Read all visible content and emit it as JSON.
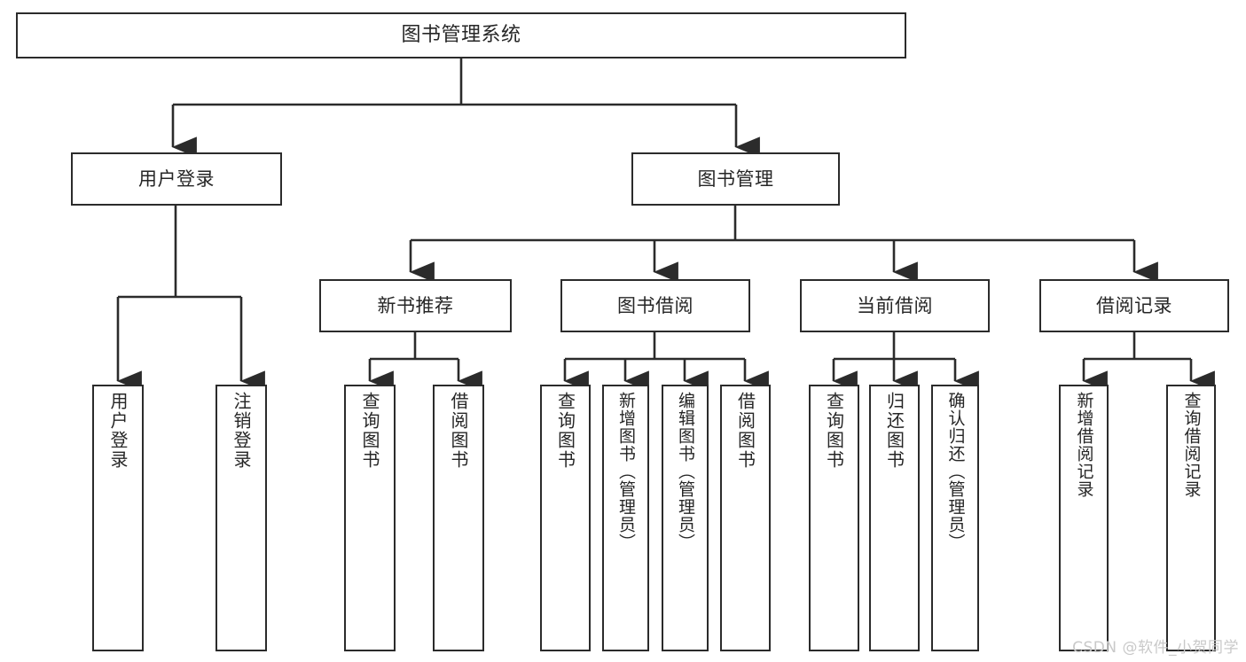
{
  "diagram": {
    "title": "图书管理系统",
    "type": "hierarchy-tree",
    "watermark": "CSDN @软件_小贺同学",
    "colors": {
      "box_border": "#2b2b2b",
      "box_fill": "#ffffff",
      "connector": "#2b2b2b",
      "text": "#262626",
      "watermark": "#c9c9c9",
      "background": "#ffffff"
    },
    "root": {
      "label": "图书管理系统"
    },
    "level1": [
      {
        "label": "用户登录"
      },
      {
        "label": "图书管理"
      }
    ],
    "level2": [
      {
        "label": "新书推荐"
      },
      {
        "label": "图书借阅"
      },
      {
        "label": "当前借阅"
      },
      {
        "label": "借阅记录"
      }
    ],
    "leaves": {
      "user_login": [
        {
          "label": "用户登录"
        },
        {
          "label": "注销登录"
        }
      ],
      "new_book_recommend": [
        {
          "label": "查询图书"
        },
        {
          "label": "借阅图书"
        }
      ],
      "book_borrow": [
        {
          "label": "查询图书"
        },
        {
          "label": "新增图书（管理员）"
        },
        {
          "label": "编辑图书（管理员）"
        },
        {
          "label": "借阅图书"
        }
      ],
      "current_borrow": [
        {
          "label": "查询图书"
        },
        {
          "label": "归还图书"
        },
        {
          "label": "确认归还（管理员）"
        }
      ],
      "borrow_record": [
        {
          "label": "新增借阅记录"
        },
        {
          "label": "查询借阅记录"
        }
      ]
    }
  }
}
